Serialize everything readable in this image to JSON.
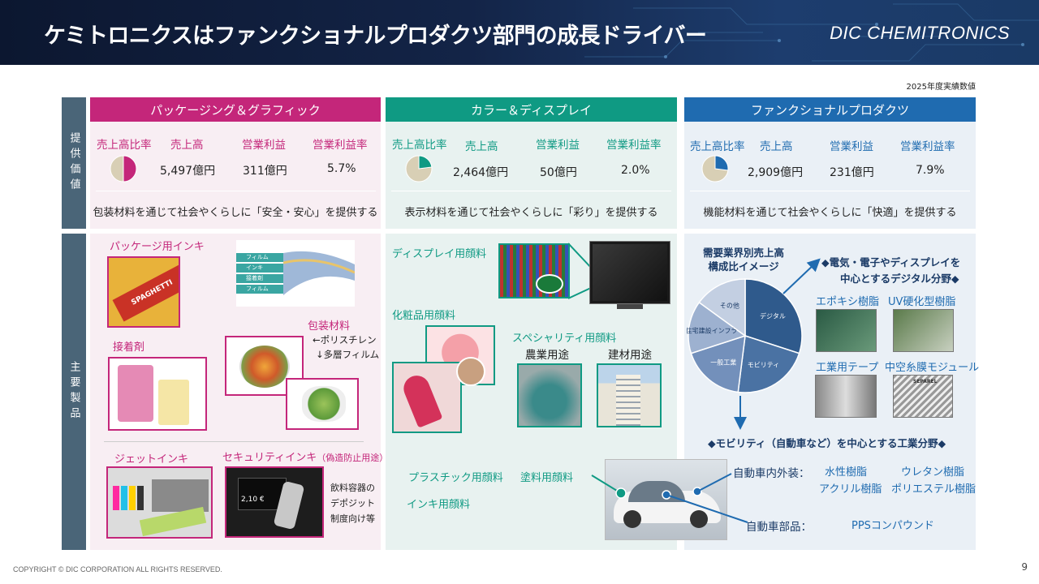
{
  "header": {
    "title": "ケミトロニクスはファンクショナルプロダクツ部門の成長ドライバー",
    "brand": "DIC CHEMITRONICS"
  },
  "note": "2025年度実績数値",
  "sidebar": {
    "offer": "提供価値",
    "products": "主要製品"
  },
  "kpi_labels": {
    "ratio": "売上高比率",
    "sales": "売上高",
    "op": "営業利益",
    "margin": "営業利益率"
  },
  "segments": [
    {
      "name": "パッケージング＆グラフィック",
      "color": "#c4267a",
      "share": 0.5,
      "sales": "5,497億円",
      "op": "311億円",
      "margin": "5.7%",
      "desc": "包装材料を通じて社会やくらしに「安全・安心」を提供する"
    },
    {
      "name": "カラー＆ディスプレイ",
      "color": "#0f9a83",
      "share": 0.23,
      "sales": "2,464億円",
      "op": "50億円",
      "margin": "2.0%",
      "desc": "表示材料を通じて社会やくらしに「彩り」を提供する"
    },
    {
      "name": "ファンクショナルプロダクツ",
      "color": "#1f6bb0",
      "share": 0.27,
      "sales": "2,909億円",
      "op": "231億円",
      "margin": "7.9%",
      "desc": "機能材料を通じて社会やくらしに「快適」を提供する"
    }
  ],
  "pkg": {
    "ink": "パッケージ用インキ",
    "film": [
      "フィルム",
      "インキ",
      "接着剤",
      "フィルム"
    ],
    "spaghetti": "SPAGHETTI",
    "adhesive": "接着剤",
    "material": "包装材料",
    "mat1": "←ポリスチレン",
    "mat2": "↓多層フィルム",
    "jet": "ジェットインキ",
    "sec": "セキュリティインキ",
    "sec_sub": "（偽造防止用途）",
    "price": "2,10 €",
    "deposit": [
      "飲料容器の",
      "デポジット",
      "制度向け等"
    ]
  },
  "color": {
    "display": "ディスプレイ用顔料",
    "cosmetic": "化粧品用顔料",
    "special": "スペシャリティ用顔料",
    "agri": "農業用途",
    "build": "建材用途",
    "plastic": "プラスチック用顔料",
    "paint": "塗料用顔料",
    "ink": "インキ用顔料"
  },
  "fp": {
    "pie_title": [
      "需要業界別売上高",
      "構成比イメージ"
    ],
    "pie": [
      {
        "label": "デジタル",
        "value": 30,
        "color": "#2f5a8c"
      },
      {
        "label": "モビリティ",
        "value": 22,
        "color": "#4a72a3"
      },
      {
        "label": "一般工業",
        "value": 18,
        "color": "#7390bb"
      },
      {
        "label": "住宅建設インフラ",
        "value": 15,
        "color": "#9db1d0"
      },
      {
        "label": "その他",
        "value": 15,
        "color": "#c3cfe2"
      }
    ],
    "digital_note": [
      "◆電気・電子やディスプレイを",
      "中心とするデジタル分野◆"
    ],
    "epoxy": "エポキシ樹脂",
    "uv": "UV硬化型樹脂",
    "tape": "工業用テープ",
    "hollow": "中空糸膜モジュール",
    "sepa": "SEPAREL",
    "mobility_note": "◆モビリティ（自動車など）を中心とする工業分野◆",
    "interior": "自動車内外装：",
    "water": "水性樹脂",
    "urethane": "ウレタン樹脂",
    "acrylic": "アクリル樹脂",
    "polyester": "ポリエステル樹脂",
    "parts": "自動車部品：",
    "pps": "PPSコンパウンド"
  },
  "footer": "COPYRIGHT © DIC CORPORATION ALL RIGHTS RESERVED.",
  "page": "9"
}
